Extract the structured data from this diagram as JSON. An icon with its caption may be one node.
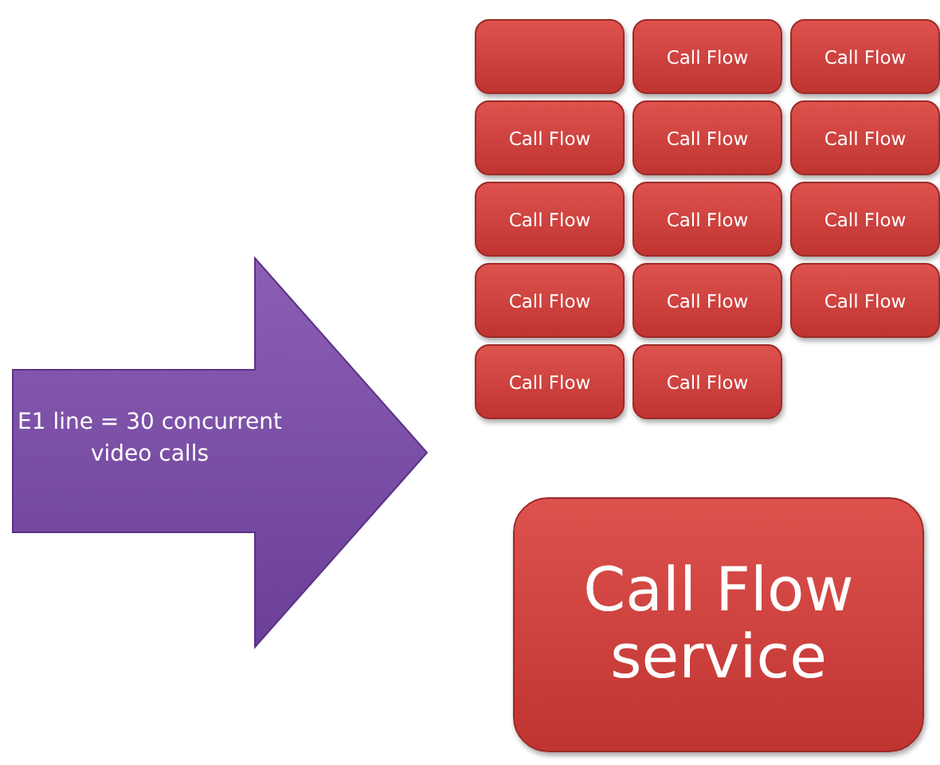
{
  "diagram": {
    "nodes": [
      {
        "text": [
          "E1 line = 30 concurrent video calls"
        ]
      },
      {
        "text": [],
        "shape": "box"
      },
      {
        "text": [
          "Call Flow"
        ]
      },
      {
        "text": [
          "Call Flow"
        ]
      },
      {
        "text": [
          "Call Flow"
        ]
      },
      {
        "text": [
          "Call Flow"
        ]
      },
      {
        "text": [
          "Call Flow"
        ]
      },
      {
        "text": [
          "Call Flow"
        ]
      },
      {
        "text": [
          "Call Flow"
        ]
      },
      {
        "text": [
          "Call Flow"
        ]
      },
      {
        "text": [
          "Call Flow"
        ]
      },
      {
        "text": [
          "Call Flow"
        ]
      },
      {
        "text": [
          "Call Flow"
        ]
      },
      {
        "text": [
          "Call Flow"
        ]
      },
      {
        "text": [
          "Call Flow"
        ]
      },
      {
        "text": [
          "Call Flow service"
        ]
      }
    ]
  }
}
